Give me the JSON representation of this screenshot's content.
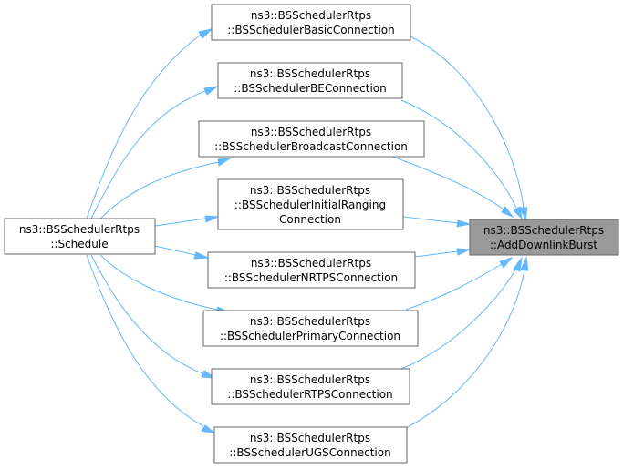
{
  "diagram": {
    "nodes": {
      "schedule": [
        "ns3::BSSchedulerRtps",
        "::Schedule"
      ],
      "basic": [
        "ns3::BSSchedulerRtps",
        "::BSSchedulerBasicConnection"
      ],
      "be": [
        "ns3::BSSchedulerRtps",
        "::BSSchedulerBEConnection"
      ],
      "broadcast": [
        "ns3::BSSchedulerRtps",
        "::BSSchedulerBroadcastConnection"
      ],
      "initial_ranging": [
        "ns3::BSSchedulerRtps",
        "::BSSchedulerInitialRanging",
        "Connection"
      ],
      "nrtps": [
        "ns3::BSSchedulerRtps",
        "::BSSchedulerNRTPSConnection"
      ],
      "primary": [
        "ns3::BSSchedulerRtps",
        "::BSSchedulerPrimaryConnection"
      ],
      "rtps": [
        "ns3::BSSchedulerRtps",
        "::BSSchedulerRTPSConnection"
      ],
      "ugs": [
        "ns3::BSSchedulerRtps",
        "::BSSchedulerUGSConnection"
      ],
      "add_downlink_burst": [
        "ns3::BSSchedulerRtps",
        "::AddDownlinkBurst"
      ]
    },
    "colors": {
      "edge": "#63b8ff",
      "node_border": "#666666",
      "node_fill": "#ffffff",
      "target_fill": "#999999"
    }
  }
}
